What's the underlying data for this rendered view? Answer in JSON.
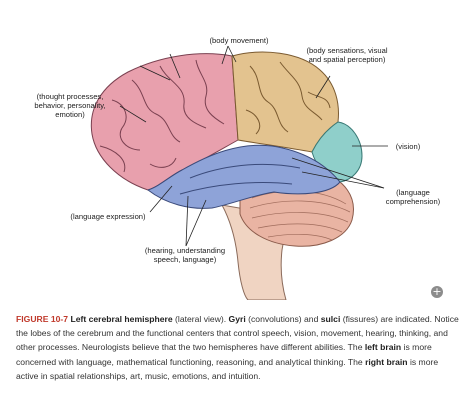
{
  "labels": {
    "body_movement": "(body movement)",
    "body_sensations": "(body sensations, visual\nand spatial perception)",
    "thought": "(thought processes,\nbehavior, personality,\nemotion)",
    "vision": "(vision)",
    "language_comprehension": "(language\ncomprehension)",
    "language_expression": "(language expression)",
    "hearing": "(hearing, understanding\nspeech, language)"
  },
  "lobe_colors": {
    "frontal": "#e8a0ad",
    "parietal": "#e3c38f",
    "occipital": "#8fcfca",
    "temporal": "#8ea3d8",
    "cerebellum": "#e9b4a3",
    "brainstem": "#f0d4c2"
  },
  "zoom_icon": "plus-circle-icon",
  "caption": {
    "figure_number": "FIGURE 10-7",
    "title": "Left cerebral hemisphere",
    "part1": " (lateral view). ",
    "gyri": "Gyri",
    "part2": " (convolutions) and ",
    "sulci": "sulci",
    "part3": " (fissures) are indicated. Notice the lobes of the cerebrum and the functional centers that control speech, vision, movement, hearing, thinking, and other processes. Neurologists believe that the two hemispheres have different abilities. The ",
    "left_brain": "left brain",
    "part4": " is more concerned with language, mathematical functioning, reasoning, and analytical thinking. The ",
    "right_brain": "right brain",
    "part5": " is more active in spatial relationships, art, music, emotions, and intuition."
  }
}
